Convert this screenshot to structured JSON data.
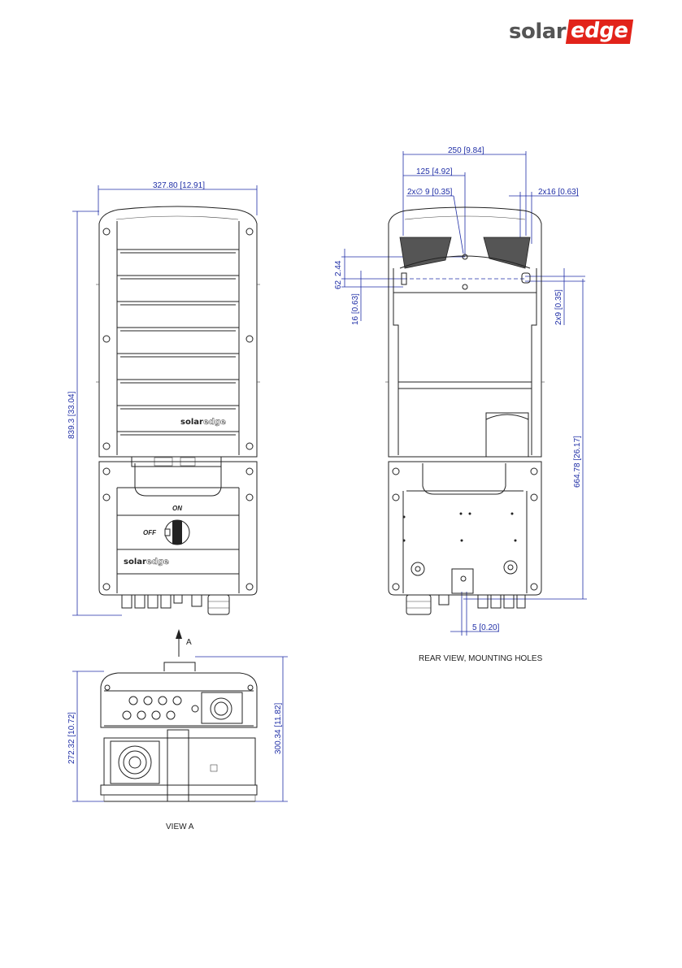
{
  "brand": {
    "solar": "solar",
    "edge": "edge"
  },
  "front_view": {
    "width_mm": "327.80",
    "width_in": "12.91",
    "height_mm": "839.3",
    "height_in": "33.04",
    "switch_on": "ON",
    "switch_off": "OFF",
    "label_solar": "solar",
    "label_edge": "edge"
  },
  "view_a": {
    "arrow_label": "A",
    "caption": "VIEW A",
    "depth1_mm": "272.32",
    "depth1_in": "10.72",
    "depth2_mm": "300.34",
    "depth2_in": "11.82"
  },
  "rear_view": {
    "caption": "REAR VIEW, MOUNTING HOLES",
    "spacing_mm": "250",
    "spacing_in": "9.84",
    "half_mm": "125",
    "half_in": "4.92",
    "hole_dia": "2x∅ 9",
    "hole_dia_in": "0.35",
    "slot": "2x16",
    "slot_in": "0.63",
    "offset_mm": "62",
    "offset_in": "2.44",
    "slot_h_mm": "16",
    "slot_h_in": "0.63",
    "slot_w": "2x9",
    "slot_w_in": "0.35",
    "vertical_mm": "664.78",
    "vertical_in": "26.17",
    "bottom_mm": "5",
    "bottom_in": "0.20"
  }
}
